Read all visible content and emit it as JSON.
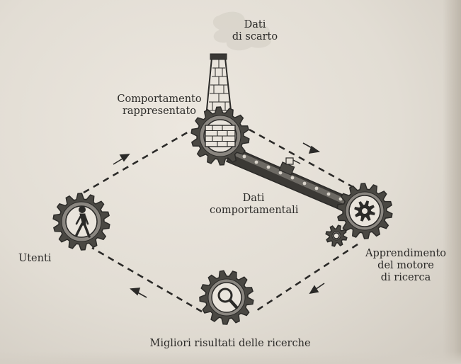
{
  "labels": {
    "waste_data_line1": "Dati",
    "waste_data_line2": "di scarto",
    "represented_behavior_line1": "Comportamento",
    "represented_behavior_line2": "rappresentato",
    "behavioral_data_line1": "Dati",
    "behavioral_data_line2": "comportamentali",
    "users": "Utenti",
    "engine_learning_line1": "Apprendimento",
    "engine_learning_line2": "del motore",
    "engine_learning_line3": "di ricerca",
    "better_results": "Migliori risultati delle ricerche"
  },
  "colors": {
    "ink": "#2b2a28",
    "paper": "#e6e1d8"
  },
  "icons": [
    "gear-icon",
    "chimney-icon",
    "walking-person-icon",
    "magnifier-icon",
    "conveyor-belt-icon",
    "cog-icon"
  ]
}
